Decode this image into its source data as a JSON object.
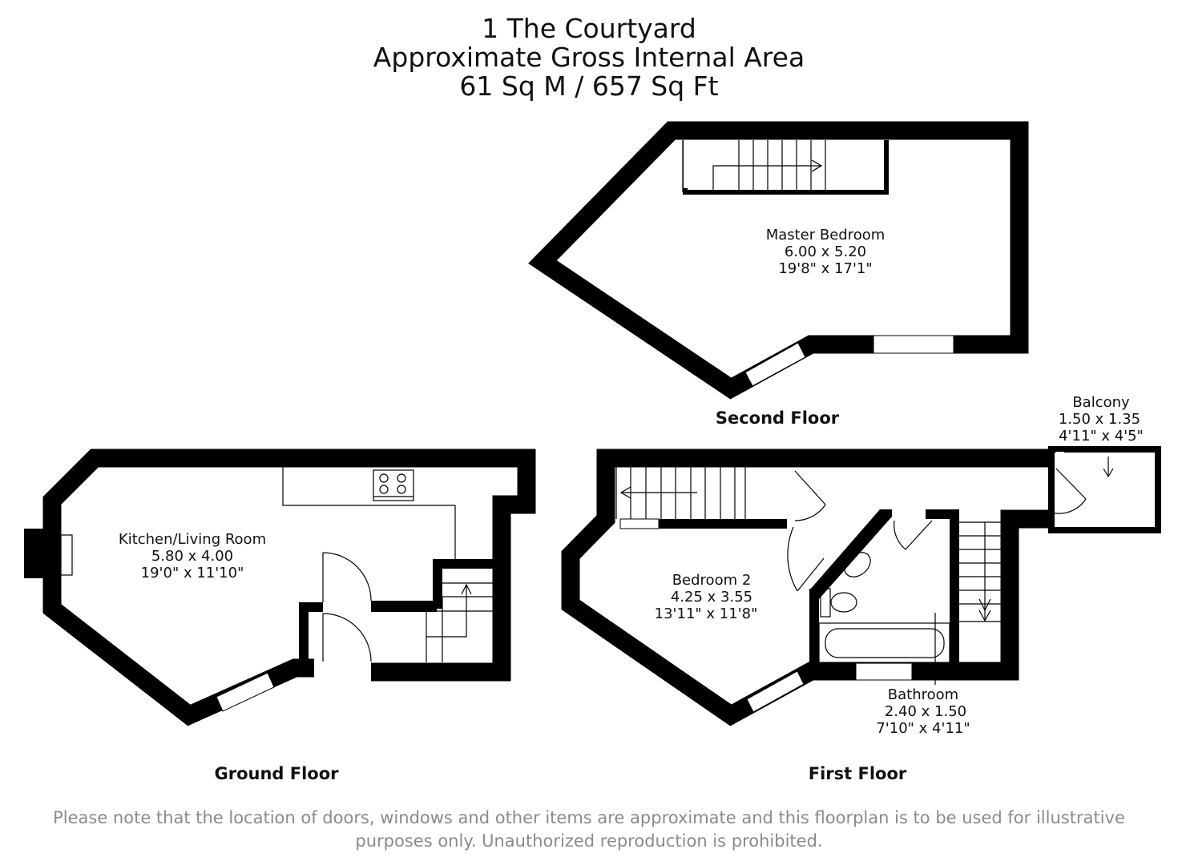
{
  "header": {
    "title": "1 The Courtyard",
    "subtitle": "Approximate Gross Internal Area",
    "area": "61 Sq M / 657 Sq Ft"
  },
  "floors": {
    "second": {
      "name": "Second Floor",
      "rooms": [
        {
          "name": "Master Bedroom",
          "metric": "6.00 x 5.20",
          "imperial": "19'8\" x 17'1\""
        }
      ]
    },
    "ground": {
      "name": "Ground Floor",
      "rooms": [
        {
          "name": "Kitchen/Living Room",
          "metric": "5.80 x 4.00",
          "imperial": "19'0\" x 11'10\""
        }
      ]
    },
    "first": {
      "name": "First Floor",
      "rooms": [
        {
          "name": "Bedroom 2",
          "metric": "4.25 x 3.55",
          "imperial": "13'11\" x 11'8\""
        },
        {
          "name": "Bathroom",
          "metric": "2.40 x 1.50",
          "imperial": "7'10\" x 4'11\""
        },
        {
          "name": "Balcony",
          "metric": "1.50 x 1.35",
          "imperial": "4'11\" x 4'5\""
        }
      ]
    }
  },
  "footer": {
    "line1": "Please note that the location of doors, windows and other items are approximate and this floorplan is to be used for illustrative",
    "line2": "purposes only. Unauthorized reproduction is prohibited."
  },
  "colors": {
    "walls": "#000000",
    "text": "#111111",
    "footer_text": "#8a8a8a"
  }
}
